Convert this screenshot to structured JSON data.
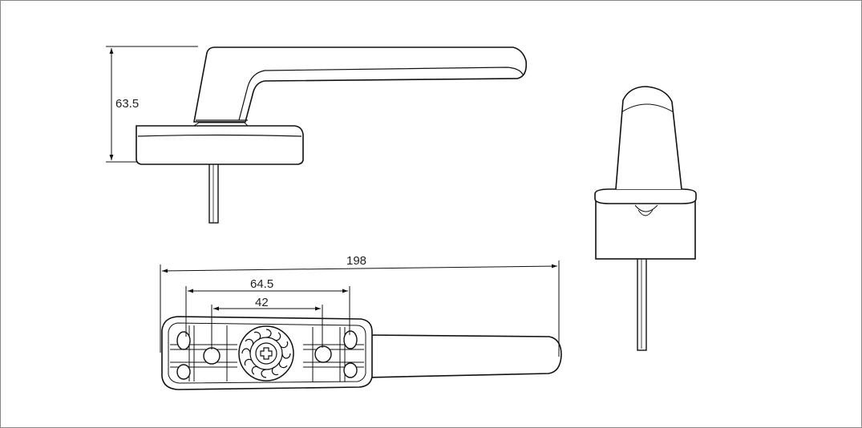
{
  "dimensions": {
    "height": "63.5",
    "overall_length": "198",
    "outer_hole_spacing": "64.5",
    "inner_hole_spacing": "42"
  }
}
